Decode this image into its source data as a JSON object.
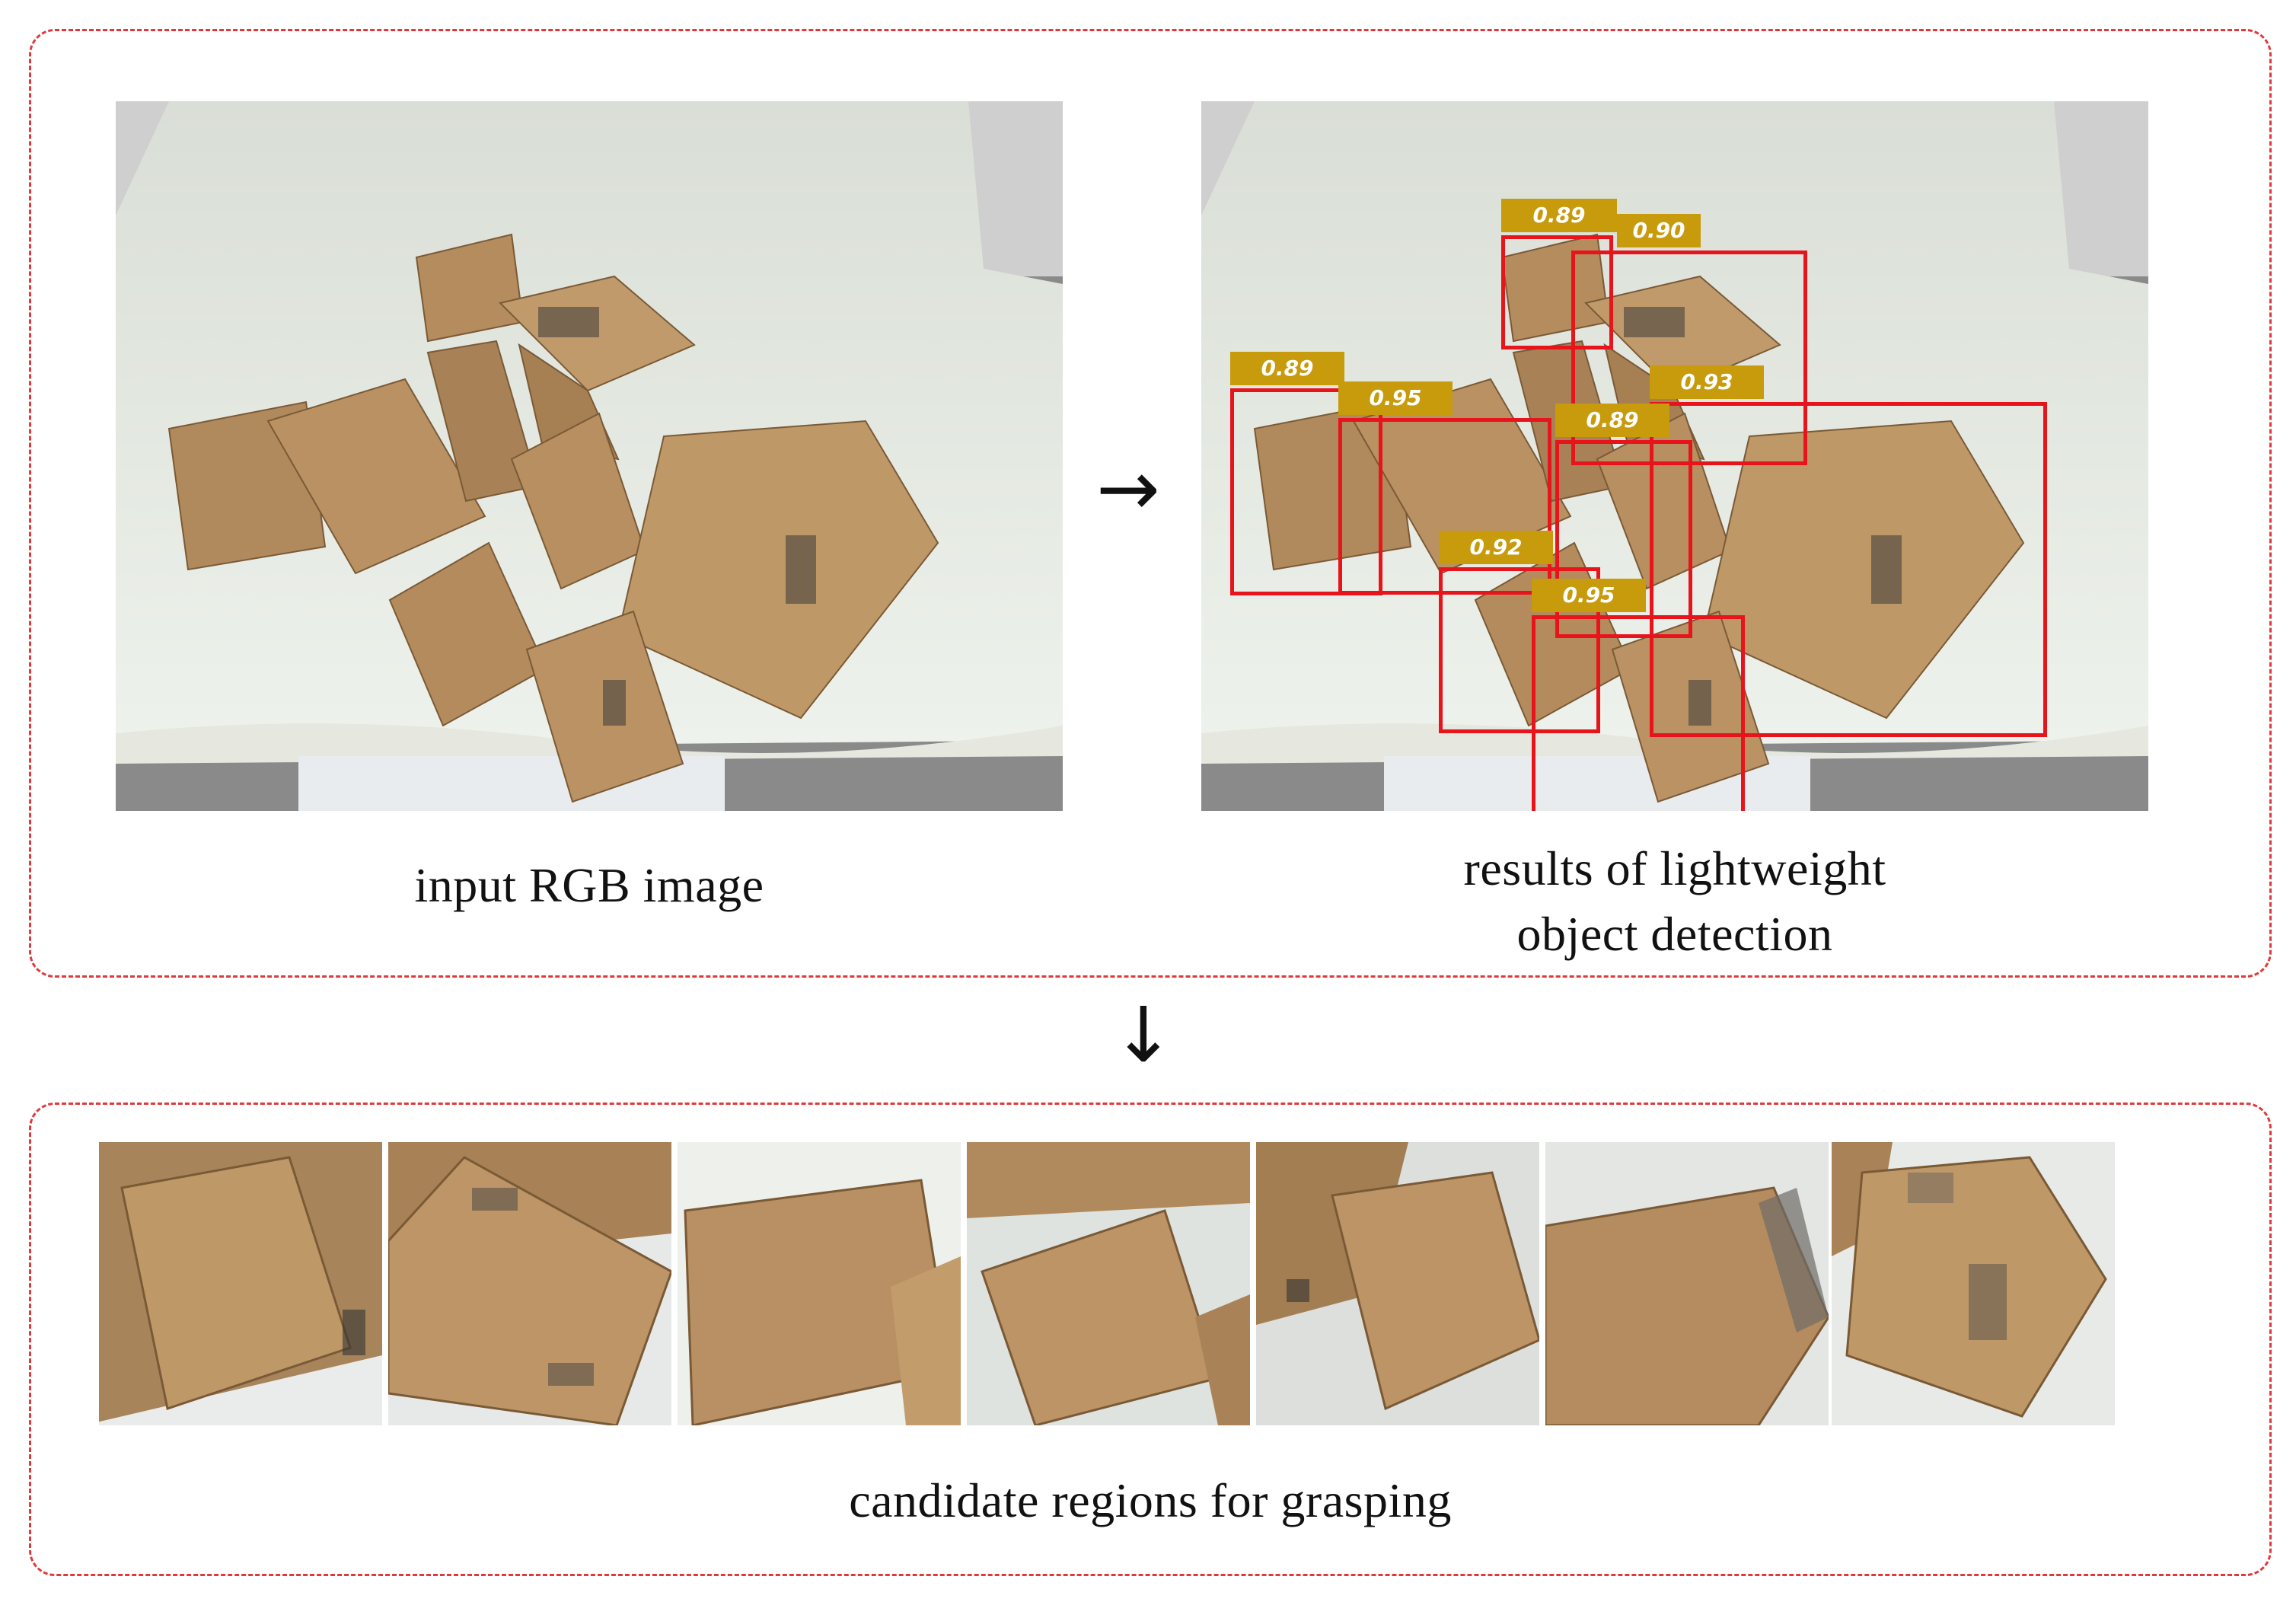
{
  "captions": {
    "input": "input RGB image",
    "detection_line1": "results of lightweight",
    "detection_line2": "object detection",
    "candidates": "candidate regions for grasping"
  },
  "arrows": {
    "right": "→",
    "down": "↓"
  },
  "detections": [
    {
      "score": "0.89"
    },
    {
      "score": "0.90"
    },
    {
      "score": "0.89"
    },
    {
      "score": "0.95"
    },
    {
      "score": "0.93"
    },
    {
      "score": "0.89"
    },
    {
      "score": "0.92"
    },
    {
      "score": "0.95"
    }
  ],
  "colors": {
    "panel_border": "#e0393b",
    "box": "#e8141c",
    "label_bg": "#c89b0c",
    "cardboard": "#b58c5e"
  }
}
